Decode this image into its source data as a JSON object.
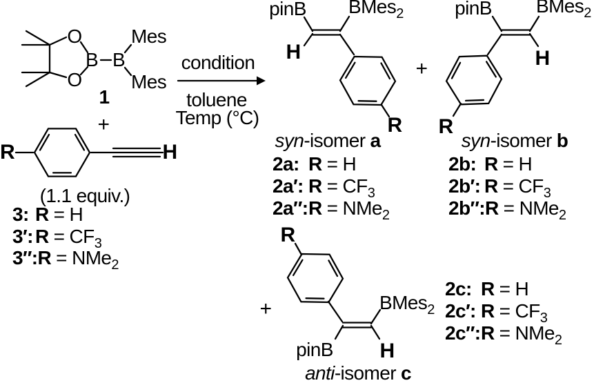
{
  "scheme": {
    "compound1": {
      "o_top": "O",
      "o_bottom": "O",
      "b_left": "B",
      "b_right": "B",
      "mes_top": "Mes",
      "mes_bottom": "Mes",
      "number": "1",
      "plus_after": "+"
    },
    "compound3": {
      "r_label": "R",
      "h_label": "H",
      "equiv_note": "(1.1 equiv.)",
      "variants": [
        {
          "id": "3:",
          "r": "R",
          "eq": "= H",
          "sub": ""
        },
        {
          "id": "3′:",
          "r": "R",
          "eq": "= CF",
          "sub": "3"
        },
        {
          "id": "3″:",
          "r": "R",
          "eq": "= NMe",
          "sub": "2"
        }
      ]
    },
    "conditions": {
      "line_above": "condition",
      "solvent": "toluene",
      "temperature": "Temp (°C)"
    },
    "product_a": {
      "pinb": "pinB",
      "bmes": "BMes",
      "bmes_sub": "2",
      "h": "H",
      "r": "R",
      "plus_after": "+",
      "caption": {
        "prefix": "syn",
        "mid": "-isomer",
        "letter": "a"
      },
      "variants": [
        {
          "id": "2a:",
          "r": "R",
          "eq": "= H",
          "sub": ""
        },
        {
          "id": "2a′:",
          "r": "R",
          "eq": "= CF",
          "sub": "3"
        },
        {
          "id": "2a″:",
          "r": "R",
          "eq": "= NMe",
          "sub": "2"
        }
      ]
    },
    "product_b": {
      "pinb": "pinB",
      "bmes": "BMes",
      "bmes_sub": "2",
      "h": "H",
      "r": "R",
      "caption": {
        "prefix": "syn",
        "mid": "-isomer",
        "letter": "b"
      },
      "variants": [
        {
          "id": "2b:",
          "r": "R",
          "eq": "= H",
          "sub": ""
        },
        {
          "id": "2b′:",
          "r": "R",
          "eq": "= CF",
          "sub": "3"
        },
        {
          "id": "2b″:",
          "r": "R",
          "eq": "= NMe",
          "sub": "2"
        }
      ]
    },
    "product_c": {
      "plus_before": "+",
      "pinb": "pinB",
      "bmes": "BMes",
      "bmes_sub": "2",
      "h": "H",
      "r": "R",
      "caption": {
        "prefix": "anti",
        "mid": "-isomer",
        "letter": "c"
      },
      "variants": [
        {
          "id": "2c:",
          "r": "R",
          "eq": "= H",
          "sub": ""
        },
        {
          "id": "2c′:",
          "r": "R",
          "eq": "= CF",
          "sub": "3"
        },
        {
          "id": "2c″:",
          "r": "R",
          "eq": "= NMe",
          "sub": "2"
        }
      ]
    }
  }
}
